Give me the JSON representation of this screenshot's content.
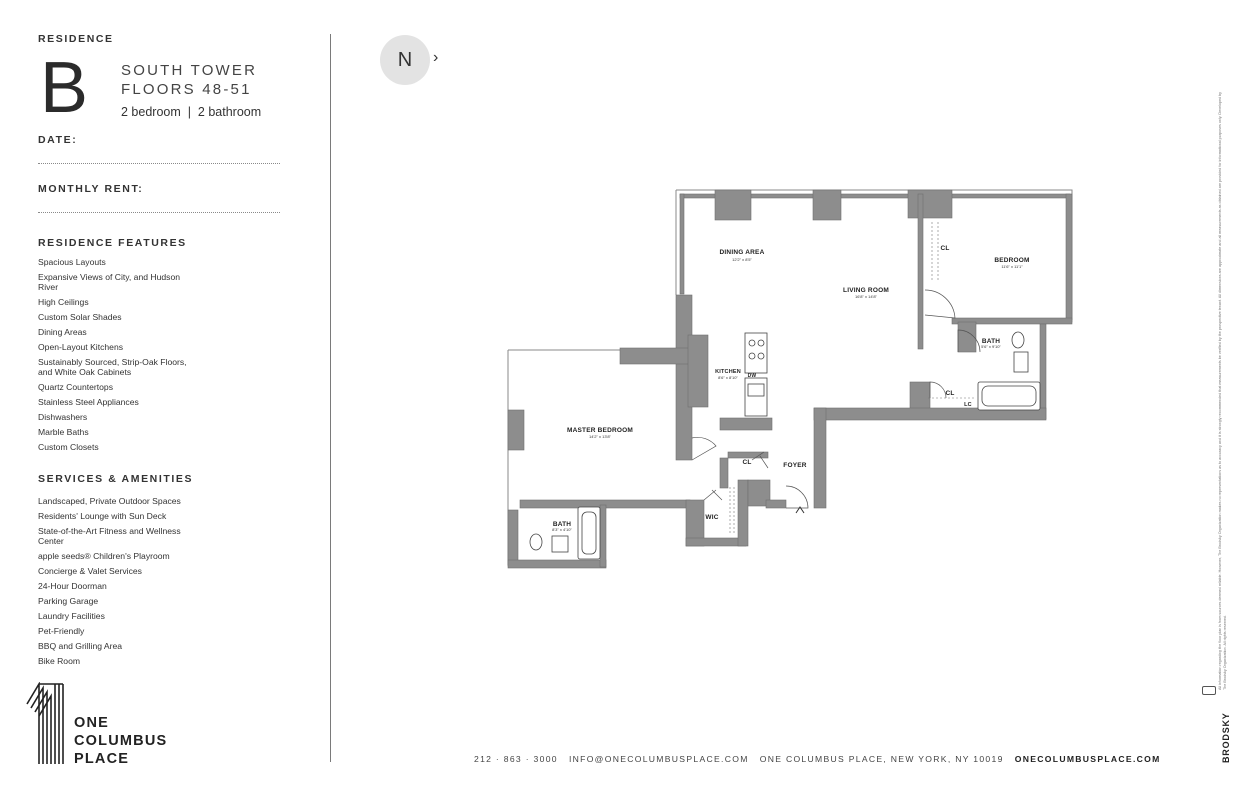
{
  "residence": {
    "label": "RESIDENCE",
    "letter": "B",
    "tower": "SOUTH TOWER",
    "floors": "FLOORS 48-51",
    "beds_baths": "2 bedroom  |  2 bathroom"
  },
  "fields": {
    "date_label": "DATE:",
    "rent_label": "MONTHLY RENT:"
  },
  "features": {
    "title": "RESIDENCE FEATURES",
    "items": [
      "Spacious Layouts",
      "Expansive Views of City, and Hudson River",
      "High Ceilings",
      "Custom Solar Shades",
      "Dining Areas",
      "Open-Layout Kitchens",
      "Sustainably Sourced, Strip-Oak Floors, and White Oak Cabinets",
      "Quartz Countertops",
      "Stainless Steel Appliances",
      "Dishwashers",
      "Marble Baths",
      "Custom Closets"
    ]
  },
  "amenities": {
    "title": "SERVICES & AMENITIES",
    "items": [
      "Landscaped, Private Outdoor Spaces",
      "Residents' Lounge with Sun Deck",
      "State-of-the-Art Fitness and Wellness Center",
      "apple seeds® Children's Playroom",
      "Concierge & Valet Services",
      "24-Hour Doorman",
      "Parking Garage",
      "Laundry Facilities",
      "Pet-Friendly",
      "BBQ and Grilling Area",
      "Bike Room"
    ]
  },
  "logo": {
    "line1": "ONE",
    "line2": "COLUMBUS",
    "line3": "PLACE"
  },
  "compass": {
    "letter": "N",
    "arrow": "›"
  },
  "plan": {
    "rooms": {
      "dining": {
        "label": "DINING AREA",
        "dim": "12'2\" x 8'5\""
      },
      "living": {
        "label": "LIVING ROOM",
        "dim": "16'8\" x 14'8\""
      },
      "bedroom": {
        "label": "BEDROOM",
        "dim": "11'6\" x 11'1\""
      },
      "master": {
        "label": "MASTER BEDROOM",
        "dim": "14'2\" x 13'8\""
      },
      "kitchen": {
        "label": "KITCHEN",
        "dim": "8'6\" x 8'10\""
      },
      "bath1": {
        "label": "BATH",
        "dim": "5'6\" x 9'10\""
      },
      "bath2": {
        "label": "BATH",
        "dim": "8'3\" x 4'10\""
      },
      "foyer": {
        "label": "FOYER"
      },
      "wic": {
        "label": "WIC"
      },
      "cl1": {
        "label": "CL"
      },
      "cl2": {
        "label": "CL"
      },
      "cl3": {
        "label": "CL"
      },
      "lc": {
        "label": "LC"
      },
      "dw": {
        "label": "DW"
      }
    }
  },
  "footer": {
    "phone": "212 · 863 · 3000",
    "email": "INFO@ONECOLUMBUSPLACE.COM",
    "address": "ONE COLUMBUS PLACE, NEW YORK, NY 10019",
    "website": "ONECOLUMBUSPLACE.COM"
  },
  "disclaimer": "All information regarding the floor plan is from sources deemed reliable. However, The Brodsky Organization makes no representations as to accuracy and it is strongly recommended that measurements be verified by the prospective tenant. All dimensions are approximate and all measurements as obtained are provided for informational purposes only. Developed by The Brodsky Organization. All rights reserved.",
  "brand": "BRODSKY"
}
